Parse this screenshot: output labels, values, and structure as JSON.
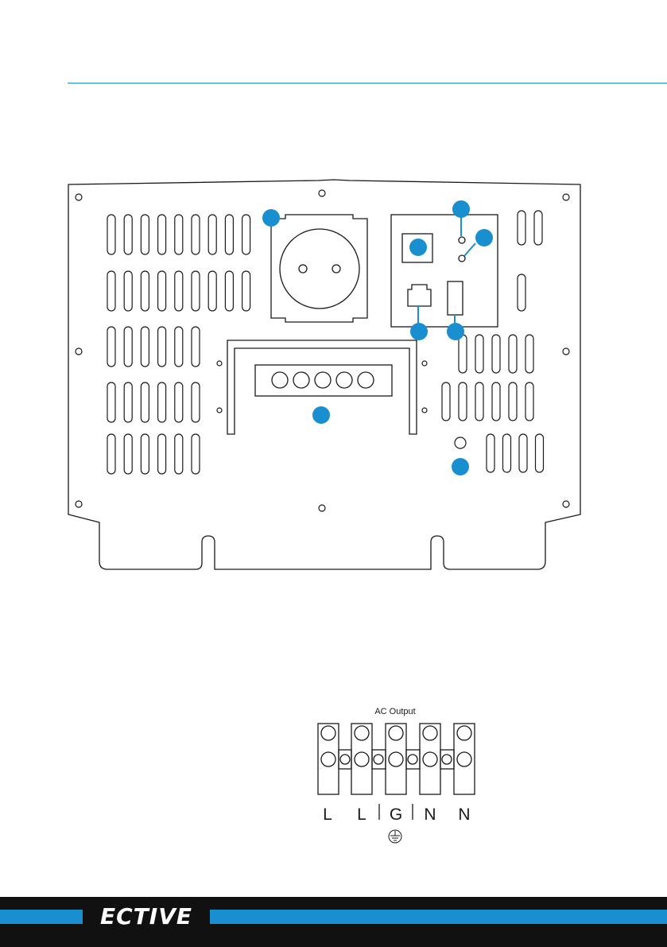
{
  "colors": {
    "accent": "#1a8fd0",
    "line": "#1a1a1a",
    "footer_dark": "#111111"
  },
  "diagram": {
    "callouts": [
      {
        "id": "socket",
        "label": ""
      },
      {
        "id": "power-switch",
        "label": ""
      },
      {
        "id": "led-1",
        "label": ""
      },
      {
        "id": "led-2",
        "label": ""
      },
      {
        "id": "rj-port",
        "label": ""
      },
      {
        "id": "breaker",
        "label": ""
      },
      {
        "id": "ac-terminal",
        "label": ""
      },
      {
        "id": "ground-screw",
        "label": ""
      }
    ]
  },
  "ac_output": {
    "title": "AC Output",
    "terminals": [
      "L",
      "L",
      "G",
      "N",
      "N"
    ],
    "ground_symbol": "ground-icon"
  },
  "footer": {
    "logo_text": "ECTIVE"
  }
}
